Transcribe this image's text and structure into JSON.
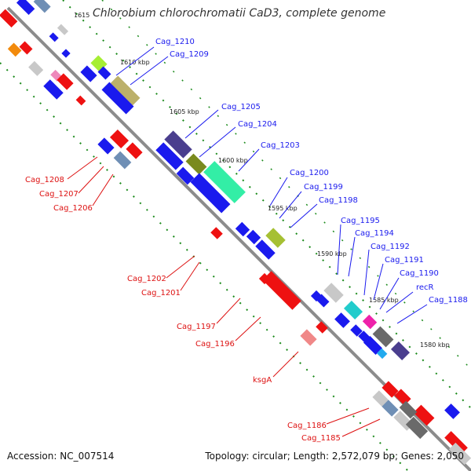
{
  "title": "Chlorobium chlorochromatii CaD3, complete genome",
  "footer": {
    "accession": "Accession: NC_007514",
    "summary": "Topology: circular; Length: 2,572,079 bp; Genes: 2,050"
  },
  "colors": {
    "forward_label": "#1a1aee",
    "reverse_label": "#dd1111",
    "backbone": "#888888",
    "tick": "#1a8a1a"
  },
  "scale_labels": [
    "1615",
    "1610 kbp",
    "1605 kbp",
    "1600 kbp",
    "1595 kbp",
    "1590 kbp",
    "1585 kbp",
    "1580 kbp"
  ],
  "forward_genes": [
    "Cag_1210",
    "Cag_1209",
    "Cag_1205",
    "Cag_1204",
    "Cag_1203",
    "Cag_1200",
    "Cag_1199",
    "Cag_1198",
    "Cag_1195",
    "Cag_1194",
    "Cag_1192",
    "Cag_1191",
    "Cag_1190",
    "recR",
    "Cag_1188"
  ],
  "reverse_genes": [
    "Cag_1208",
    "Cag_1207",
    "Cag_1206",
    "Cag_1202",
    "Cag_1201",
    "Cag_1197",
    "Cag_1196",
    "ksgA",
    "Cag_1186",
    "Cag_1185"
  ]
}
